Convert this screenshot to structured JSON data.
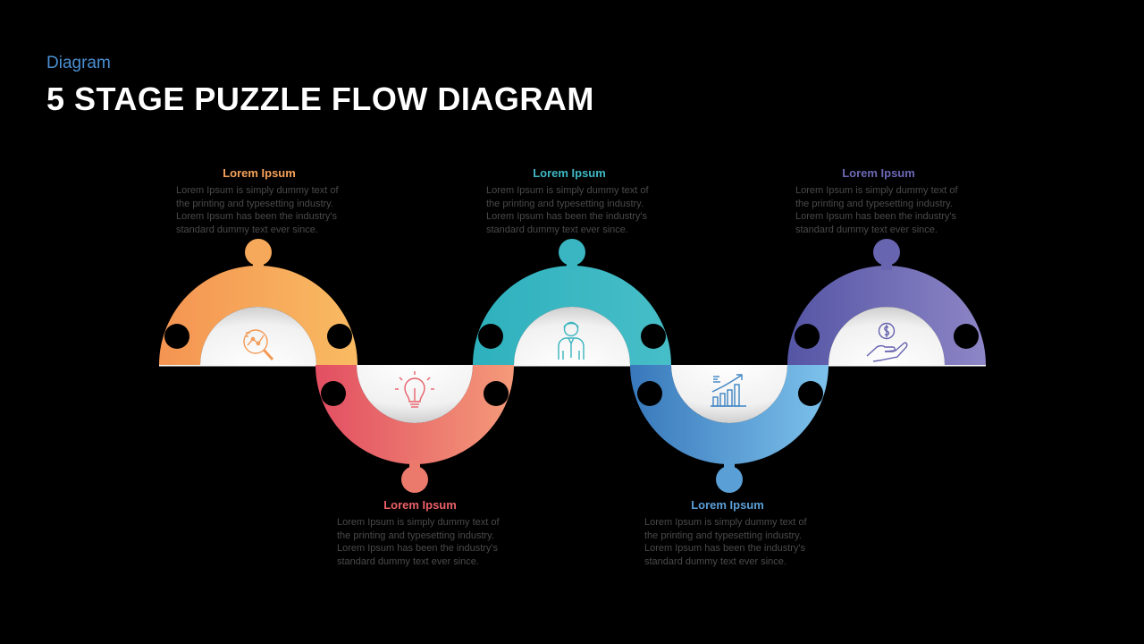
{
  "header": {
    "subtitle": "Diagram",
    "title": "5 STAGE PUZZLE FLOW DIAGRAM"
  },
  "stages": [
    {
      "heading": "Lorem Ipsum",
      "body": "Lorem Ipsum is simply dummy text of the printing and typesetting industry. Lorem Ipsum has been the industry's standard dummy text ever since.",
      "color": "#f59a4e",
      "color_light": "#f8b765",
      "icon": "magnifier-chart-icon"
    },
    {
      "heading": "Lorem Ipsum",
      "body": "Lorem Ipsum is simply dummy text of the printing and typesetting industry. Lorem Ipsum has been the industry's standard dummy text ever since.",
      "color": "#e24f62",
      "color_light": "#f39778",
      "icon": "lightbulb-icon"
    },
    {
      "heading": "Lorem Ipsum",
      "body": "Lorem Ipsum is simply dummy text of the printing and typesetting industry. Lorem Ipsum has been the industry's standard dummy text ever since.",
      "color": "#2fb3be",
      "color_light": "#48bfc9",
      "icon": "businessman-icon"
    },
    {
      "heading": "Lorem Ipsum",
      "body": "Lorem Ipsum is simply dummy text of the printing and typesetting industry. Lorem Ipsum has been the industry's standard dummy text ever since.",
      "color": "#3a7fc0",
      "color_light": "#7cc0ea",
      "icon": "growth-chart-icon"
    },
    {
      "heading": "Lorem Ipsum",
      "body": "Lorem Ipsum is simply dummy text of the printing and typesetting industry. Lorem Ipsum has been the industry's standard dummy text ever since.",
      "color": "#5a5aa8",
      "color_light": "#8c84c4",
      "icon": "money-hand-icon"
    }
  ]
}
